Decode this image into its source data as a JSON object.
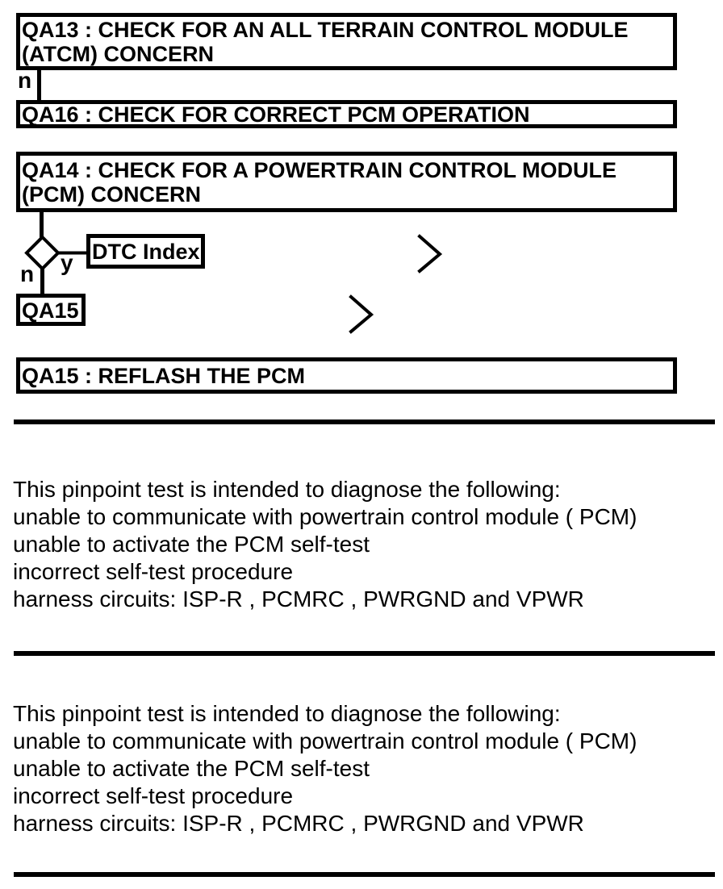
{
  "flowchart": {
    "qa13": {
      "line1": "QA13 : CHECK FOR AN ALL TERRAIN CONTROL MODULE",
      "line2": "(ATCM) CONCERN",
      "branch_label": "n"
    },
    "qa16": {
      "label": "QA16 : CHECK FOR CORRECT PCM OPERATION"
    },
    "qa14": {
      "line1": "QA14 : CHECK FOR A POWERTRAIN CONTROL MODULE",
      "line2": "(PCM) CONCERN"
    },
    "decision": {
      "no_label": "n",
      "yes_label": "y"
    },
    "dtc_index": {
      "label": "DTC Index"
    },
    "qa15_node": {
      "label": "QA15"
    },
    "qa15": {
      "label": "QA15 : REFLASH THE PCM"
    },
    "icons": {
      "continue_top": "chevron-right-icon",
      "continue_bottom": "chevron-right-icon"
    }
  },
  "sections": [
    {
      "lines": [
        "This pinpoint test is intended to diagnose the following:",
        "unable to communicate with powertrain control module ( PCM)",
        "unable to activate the PCM self-test",
        "incorrect self-test procedure",
        "harness circuits: ISP-R , PCMRC , PWRGND and VPWR"
      ]
    },
    {
      "lines": [
        "This pinpoint test is intended to diagnose the following:",
        "unable to communicate with powertrain control module ( PCM)",
        "unable to activate the PCM self-test",
        "incorrect self-test procedure",
        "harness circuits: ISP-R , PCMRC , PWRGND and VPWR"
      ]
    }
  ],
  "colors": {
    "ink": "#000000",
    "background": "#ffffff"
  }
}
